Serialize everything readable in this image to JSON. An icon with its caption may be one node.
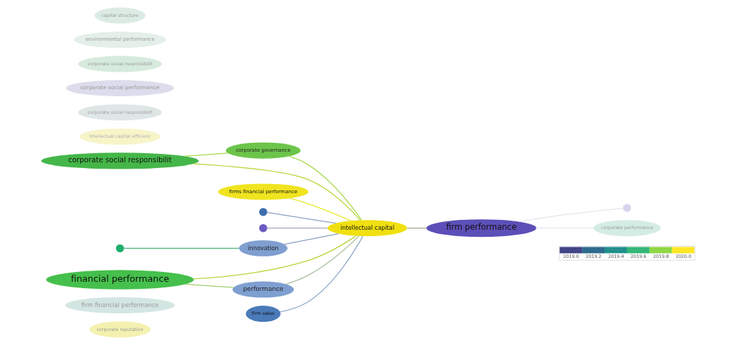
{
  "diagram": {
    "nodes": [
      {
        "text": [
          "corporate reputation"
        ]
      },
      {
        "text": [
          "firm financial performance"
        ]
      },
      {
        "text": [
          "corporate social responsibilit"
        ]
      },
      {
        "text": [
          "firms financial performance"
        ]
      },
      {
        "text": [
          "intellectual capital efficienc"
        ]
      },
      {
        "text": [],
        "shape": "circle"
      },
      {
        "text": [
          "corporate governance"
        ]
      },
      {
        "text": [],
        "shape": "circle"
      },
      {
        "text": [],
        "shape": "circle"
      },
      {
        "text": [
          "intellectual capital"
        ]
      },
      {
        "text": [
          "corporate social responsibilit"
        ]
      },
      {
        "text": [
          "innovation"
        ]
      },
      {
        "text": [
          "financial performance"
        ]
      },
      {
        "text": [
          "performance"
        ]
      },
      {
        "text": [
          "firm performance"
        ]
      },
      {
        "text": [],
        "shape": "circle"
      },
      {
        "text": [
          "corporate performance"
        ]
      },
      {
        "text": [
          "corporate social performance"
        ]
      },
      {
        "text": [
          "corporate social responsibilit"
        ]
      },
      {
        "text": [
          "firm value"
        ]
      },
      {
        "text": [
          "environmental performance"
        ]
      },
      {
        "text": [
          "capital structure"
        ]
      }
    ],
    "edges": [
      {
        "from": 2,
        "to": 9,
        "arrow": "none",
        "color": "#b5d63a"
      },
      {
        "from": 3,
        "to": 9,
        "arrow": "none",
        "color": "#e8e62a"
      },
      {
        "from": 6,
        "to": 9,
        "arrow": "none",
        "color": "#a8d84a"
      },
      {
        "from": 7,
        "to": 9,
        "arrow": "none",
        "color": "#8aa0c0"
      },
      {
        "from": 8,
        "to": 9,
        "arrow": "none",
        "color": "#a9a3b8"
      },
      {
        "from": 11,
        "to": 9,
        "arrow": "none",
        "color": "#8aa0c0"
      },
      {
        "from": 12,
        "to": 9,
        "arrow": "none",
        "color": "#b5d63a"
      },
      {
        "from": 13,
        "to": 9,
        "arrow": "none",
        "color": "#a8c0a0"
      },
      {
        "from": 9,
        "to": 14,
        "arrow": "none",
        "color": "#a9a78c"
      },
      {
        "from": 19,
        "to": 9,
        "arrow": "none",
        "color": "#8fa8c8"
      },
      {
        "from": 5,
        "to": 11,
        "arrow": "none",
        "color": "#49b07a"
      },
      {
        "from": 12,
        "to": 13,
        "arrow": "none",
        "color": "#9fcf6a"
      },
      {
        "from": 2,
        "to": 6,
        "arrow": "none",
        "color": "#a8d84a"
      },
      {
        "from": 14,
        "to": 16,
        "arrow": "none",
        "color": "#e4e4ef"
      },
      {
        "from": 14,
        "to": 15,
        "arrow": "none",
        "color": "#e4e4ef"
      }
    ],
    "legend": [
      {
        "text": "2019.0",
        "color": "#414487"
      },
      {
        "text": "2019.2",
        "color": "#2f6b8e"
      },
      {
        "text": "2019.4",
        "color": "#21908d"
      },
      {
        "text": "2019.6",
        "color": "#35b779"
      },
      {
        "text": "2019.8",
        "color": "#8fd744"
      },
      {
        "text": "2020.0",
        "color": "#fde725"
      }
    ]
  }
}
